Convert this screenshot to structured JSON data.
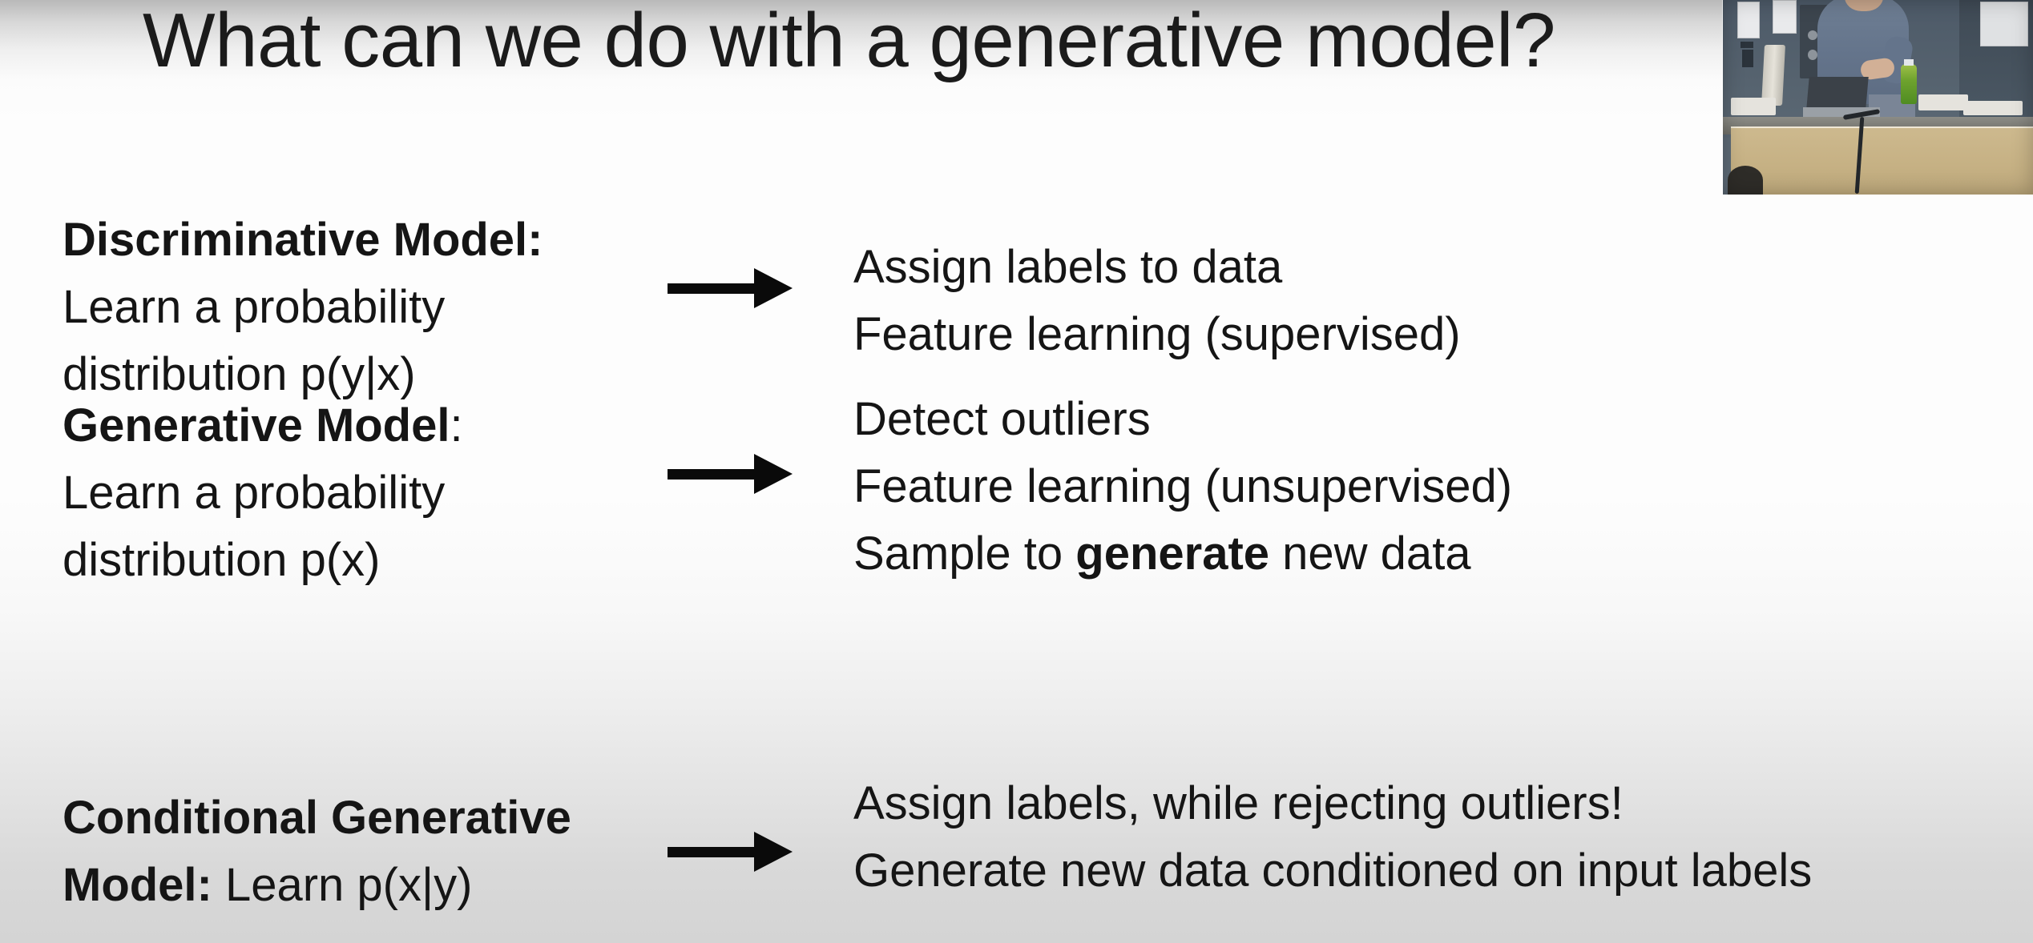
{
  "slide": {
    "title": "What can we do with a generative model?",
    "background_top_color": "#b9b9b9",
    "background_mid_color": "#fdfdfd",
    "background_bottom_color": "#d4d4d4",
    "text_color": "#151515"
  },
  "webcam": {
    "label": "lecturer-webcam-overlay",
    "description": "Presenter standing at lecture podium with laptop",
    "accent_shirt_color": "#64748b",
    "podium_color": "#c6b184",
    "wall_color": "#56636f",
    "bottle_color": "#6fa32e"
  },
  "rows": [
    {
      "id": "discriminative",
      "left": {
        "heading": "Discriminative Model:",
        "body_line_1": "Learn a probability",
        "body_line_2": "distribution p(y|x)"
      },
      "arrow": "arrow-right-icon",
      "right": [
        {
          "text": "Assign labels to data",
          "bold_part": ""
        },
        {
          "text": "Feature learning (supervised)",
          "bold_part": ""
        }
      ]
    },
    {
      "id": "generative",
      "left": {
        "heading": "Generative Model",
        "heading_suffix": ":",
        "body_line_1": "Learn a probability",
        "body_line_2": "distribution p(x)"
      },
      "arrow": "arrow-right-icon",
      "right": [
        {
          "prefix": "Detect outliers",
          "bold": "",
          "suffix": ""
        },
        {
          "prefix": "Feature learning (unsupervised)",
          "bold": "",
          "suffix": ""
        },
        {
          "prefix": "Sample to ",
          "bold": "generate",
          "suffix": " new data"
        }
      ]
    },
    {
      "id": "conditional-generative",
      "left": {
        "heading_line_1": "Conditional Generative",
        "heading_line_2": "Model:",
        "body_inline": " Learn p(x|y)"
      },
      "arrow": "arrow-right-icon",
      "right": [
        {
          "text": "Assign labels, while rejecting outliers!"
        },
        {
          "text": "Generate new data conditioned on input labels"
        }
      ]
    }
  ]
}
